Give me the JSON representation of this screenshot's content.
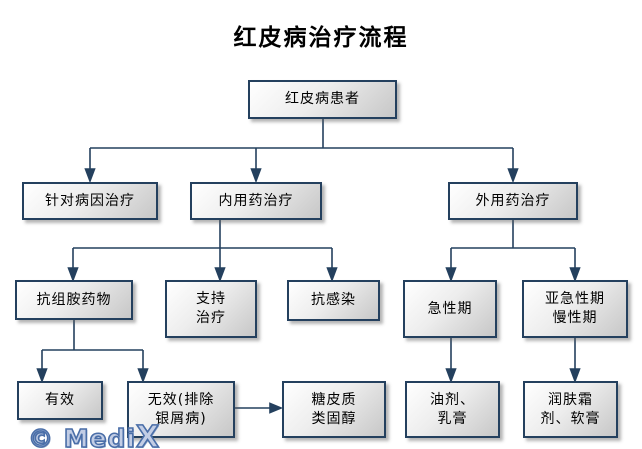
{
  "title": "红皮病治疗流程",
  "watermark": {
    "text": "© Medi",
    "x": "X"
  },
  "colors": {
    "connector": "#24405e",
    "box_border": "#24405e",
    "box_fill_top": "#ffffff",
    "box_fill_bottom": "#c7c7c7",
    "watermark_fill": "#c2cde5",
    "watermark_stroke": "#4a6ea8"
  },
  "flowchart": {
    "nodes": {
      "patient": "红皮病患者",
      "cause": "针对病因治疗",
      "internal": "内用药治疗",
      "external": "外用药治疗",
      "antihistamine": "抗组胺药物",
      "support": "支持\n治疗",
      "antiinfection": "抗感染",
      "acute": "急性期",
      "subacute": "亚急性期\n慢性期",
      "effective": "有效",
      "ineffective": "无效(排除\n银屑病)",
      "glucocorticoid": "糖皮质\n类固醇",
      "oil": "油剂、\n乳膏",
      "moisturizer": "润肤霜\n剂、软膏"
    },
    "edges": [
      {
        "from": "红皮病患者",
        "to": "针对病因治疗"
      },
      {
        "from": "红皮病患者",
        "to": "内用药治疗"
      },
      {
        "from": "红皮病患者",
        "to": "外用药治疗"
      },
      {
        "from": "内用药治疗",
        "to": "抗组胺药物"
      },
      {
        "from": "内用药治疗",
        "to": "支持治疗"
      },
      {
        "from": "内用药治疗",
        "to": "抗感染"
      },
      {
        "from": "外用药治疗",
        "to": "急性期"
      },
      {
        "from": "外用药治疗",
        "to": "亚急性期慢性期"
      },
      {
        "from": "抗组胺药物",
        "to": "有效"
      },
      {
        "from": "抗组胺药物",
        "to": "无效(排除银屑病)"
      },
      {
        "from": "无效(排除银屑病)",
        "to": "糖皮质类固醇"
      },
      {
        "from": "急性期",
        "to": "油剂、乳膏"
      },
      {
        "from": "亚急性期慢性期",
        "to": "润肤霜剂、软膏"
      }
    ]
  }
}
